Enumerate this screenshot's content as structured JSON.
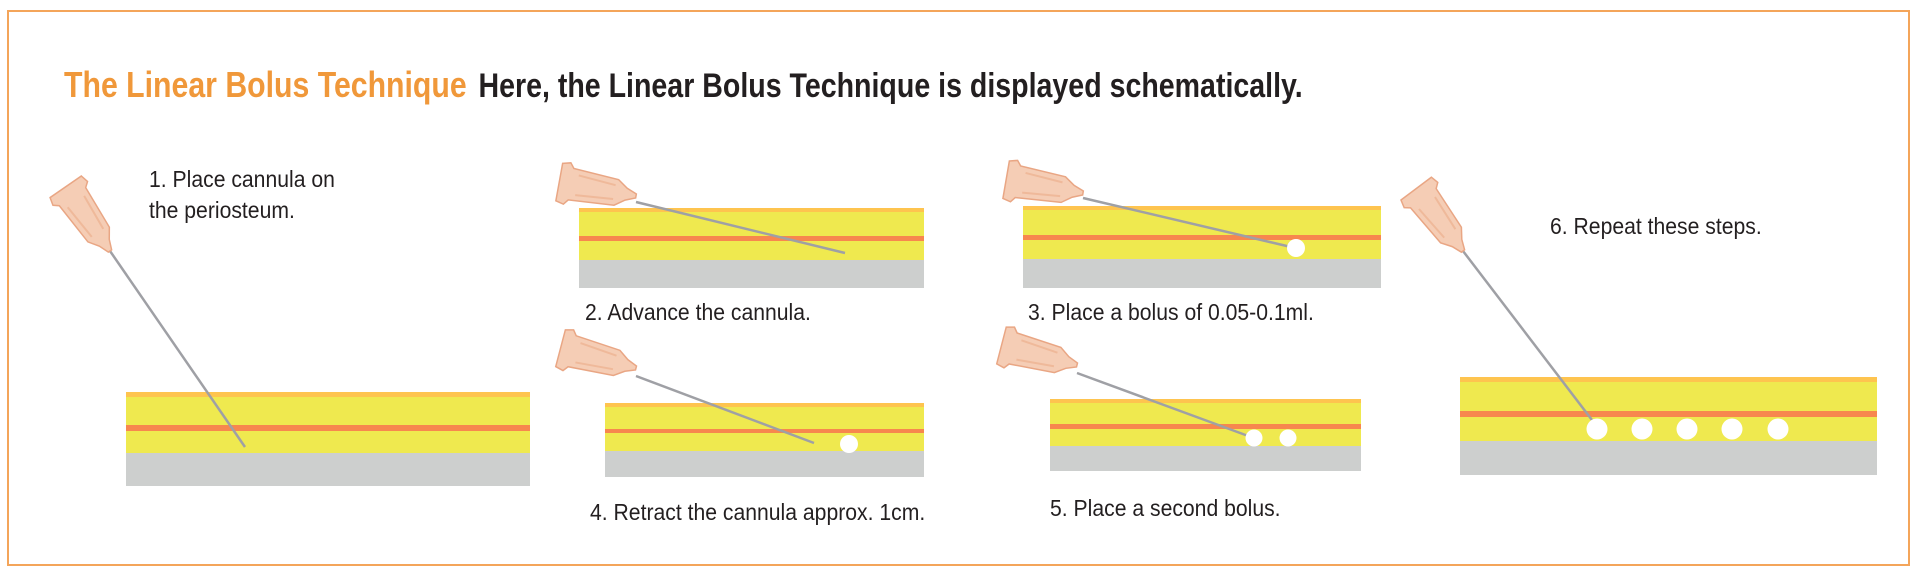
{
  "header": {
    "title": "The Linear Bolus Technique",
    "subtitle": "Here, the Linear Bolus Technique is displayed schematically."
  },
  "steps": [
    {
      "line1": "1. Place cannula on",
      "line2": "the periosteum."
    },
    {
      "line1": "2. Advance the cannula."
    },
    {
      "line1": "3. Place a bolus of 0.05-0.1ml."
    },
    {
      "line1": "4. Retract the cannula approx. 1cm."
    },
    {
      "line1": "5. Place a second bolus."
    },
    {
      "line1": "6. Repeat these steps."
    }
  ],
  "colors": {
    "accent": "#f0983a",
    "epidermis": "#fec44f",
    "fat": "#efe94f",
    "muscle": "#f7874e",
    "bone": "#cdcfce",
    "hub": "#f5cdb5"
  }
}
